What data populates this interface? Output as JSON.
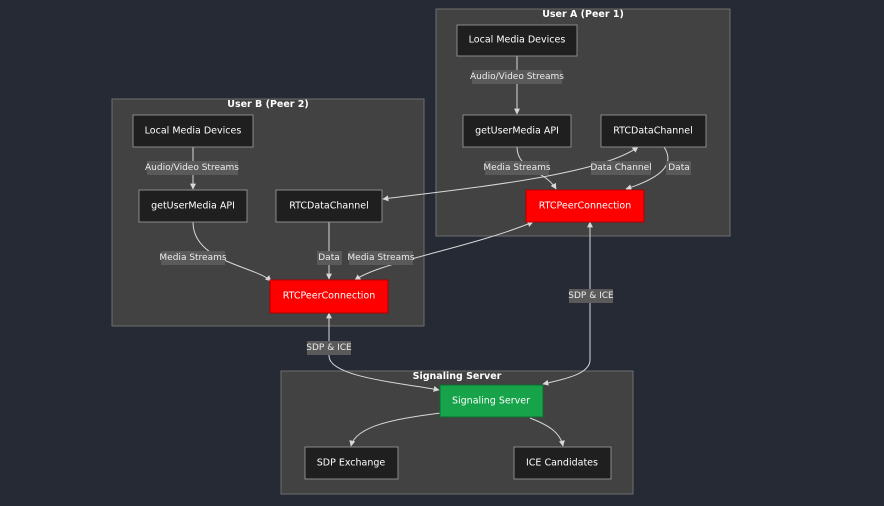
{
  "clusters": {
    "peer1": "User A (Peer 1)",
    "peer2": "User B (Peer 2)",
    "server": "Signaling Server"
  },
  "nodes": {
    "a_local_media": "Local Media Devices",
    "a_getusermedia": "getUserMedia API",
    "a_datachannel": "RTCDataChannel",
    "a_peerconnection": "RTCPeerConnection",
    "b_local_media": "Local Media Devices",
    "b_getusermedia": "getUserMedia API",
    "b_datachannel": "RTCDataChannel",
    "b_peerconnection": "RTCPeerConnection",
    "signaling_server": "Signaling Server",
    "sdp_exchange": "SDP Exchange",
    "ice_candidates": "ICE Candidates"
  },
  "edge_labels": {
    "a_av_streams": "Audio/Video Streams",
    "a_media_streams": "Media Streams",
    "a_data": "Data",
    "b_av_streams": "Audio/Video Streams",
    "b_media_streams": "Media Streams",
    "b_data": "Data",
    "cross_data_channel": "Data Channel",
    "cross_media_streams": "Media Streams",
    "sdp_ice_b": "SDP & ICE",
    "sdp_ice_a": "SDP & ICE"
  },
  "colors": {
    "peer_connection": "#ff0000",
    "signaling_server": "#16a34a"
  }
}
